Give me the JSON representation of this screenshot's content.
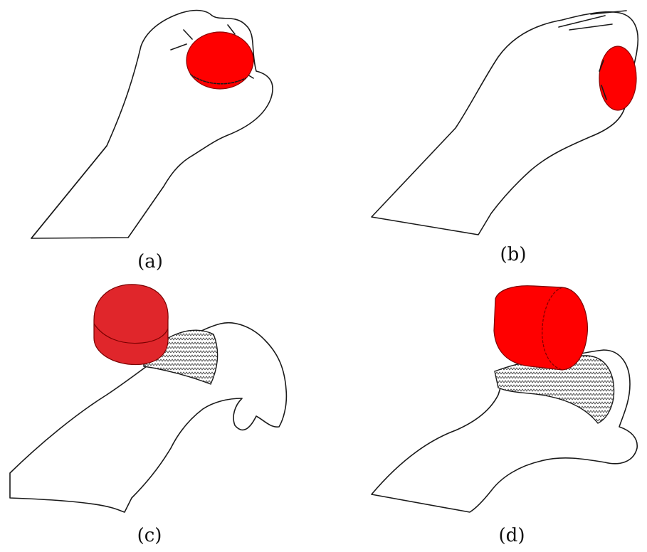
{
  "colors": {
    "object": "#ff0000",
    "object_dark": "#e0262b",
    "outline": "#1a1a1a",
    "background": "#ffffff"
  },
  "panels": [
    {
      "id": "a",
      "caption": "(a)"
    },
    {
      "id": "b",
      "caption": "(b)"
    },
    {
      "id": "c",
      "caption": "(c)"
    },
    {
      "id": "d",
      "caption": "(d)"
    }
  ]
}
